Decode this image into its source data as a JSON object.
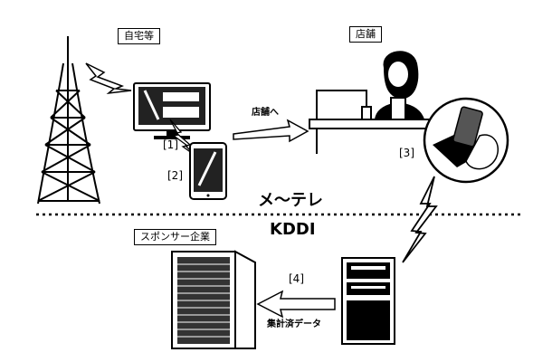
{
  "labels": {
    "home": "自宅等",
    "store": "店舗",
    "to_store": "店舗へ",
    "step1": "[1]",
    "step2": "[2]",
    "step3": "[3]",
    "step4": "[4]",
    "mete": "メ〜テレ",
    "kddi": "KDDI",
    "sponsor": "スポンサー企業",
    "aggregate": "集計済データ"
  }
}
